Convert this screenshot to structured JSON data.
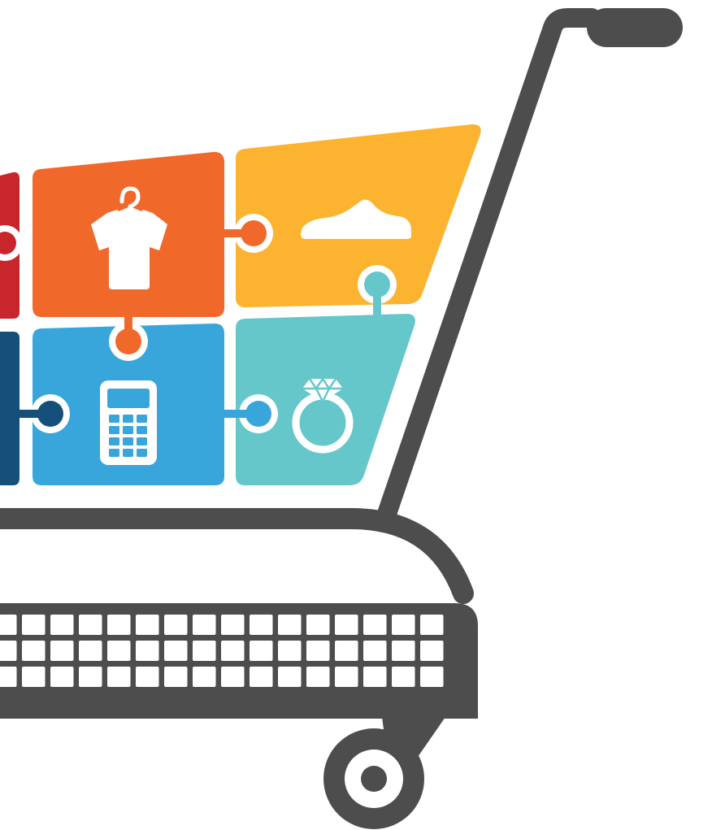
{
  "illustration": {
    "subject": "shopping-cart",
    "colors": {
      "cart_frame": "#4d4d4d",
      "background": "#ffffff",
      "icon_fill": "#ffffff",
      "tile_red": "#c9252c",
      "tile_orange": "#f0692a",
      "tile_yellow": "#fbb330",
      "tile_navy": "#14507a",
      "tile_blue": "#38a6da",
      "tile_teal": "#66c7cb"
    },
    "tiles": [
      {
        "id": "top-left",
        "color_key": "tile_red",
        "icon": "none"
      },
      {
        "id": "top-middle",
        "color_key": "tile_orange",
        "icon": "shirt-icon"
      },
      {
        "id": "top-right",
        "color_key": "tile_yellow",
        "icon": "shoe-icon"
      },
      {
        "id": "bottom-left",
        "color_key": "tile_navy",
        "icon": "none"
      },
      {
        "id": "bottom-middle",
        "color_key": "tile_blue",
        "icon": "calculator-icon"
      },
      {
        "id": "bottom-right",
        "color_key": "tile_teal",
        "icon": "ring-icon"
      }
    ]
  }
}
